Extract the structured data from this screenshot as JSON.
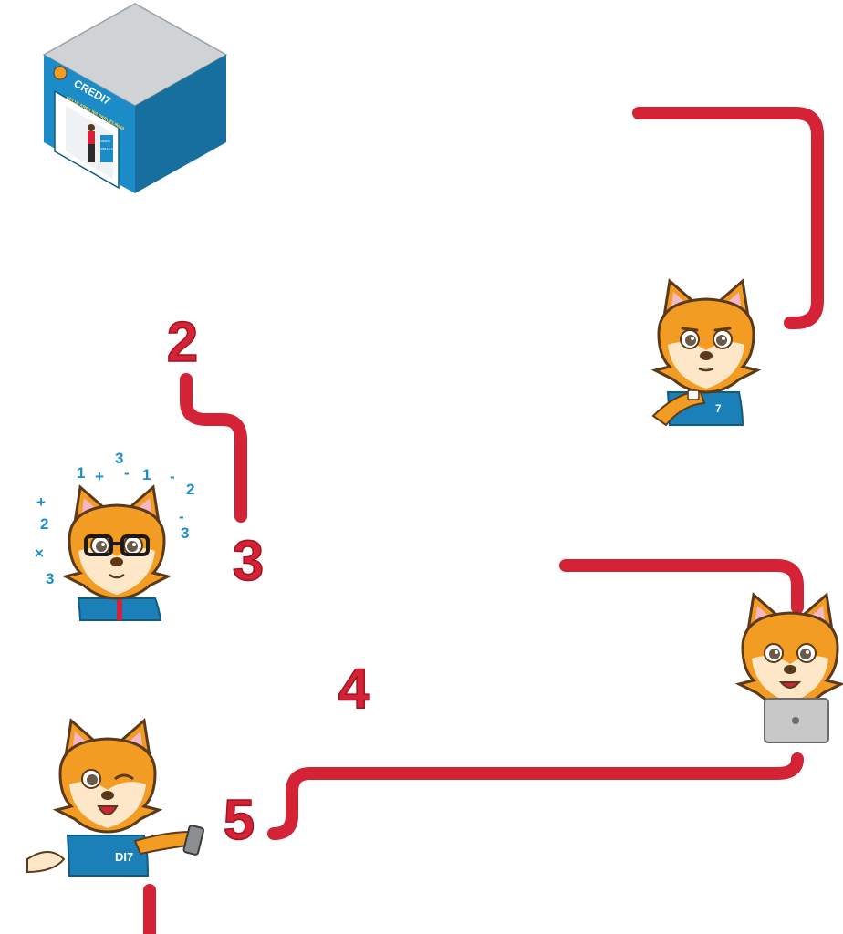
{
  "store": {
    "brand_sign": "CREDI7",
    "tagline": "CELULARES NA PARCELINHA",
    "kiosk_badge": "CREDI7",
    "kiosk_screen": "SIMULE AQUI"
  },
  "steps": {
    "two": "2",
    "three": "3",
    "four": "4",
    "five": "5"
  },
  "shirt_logo": "7",
  "shirt_logo_partial": "DI7",
  "math_symbols": [
    "1",
    "+",
    "3",
    "-",
    "1",
    "-",
    "2",
    "+",
    "2",
    "×",
    "3",
    "-",
    "3"
  ],
  "colors": {
    "brand_red": "#d42336",
    "brand_blue": "#1b7fb8",
    "fox_orange": "#f39c23",
    "fox_cream": "#fde7c8",
    "math_blue": "#1b8fc9",
    "laptop_gray": "#c8c8c8"
  }
}
